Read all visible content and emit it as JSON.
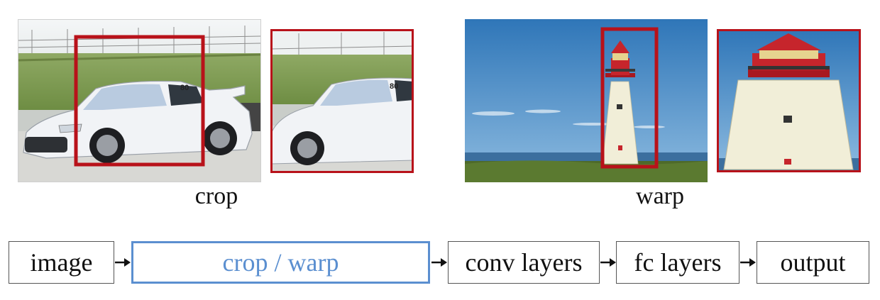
{
  "figure": {
    "car_panel": {
      "caption": "crop",
      "subject": "white sedan on track",
      "roi_color": "#b8121a"
    },
    "lighthouse_panel": {
      "caption": "warp",
      "subject": "white lighthouse with red lantern",
      "roi_color": "#b8121a"
    }
  },
  "pipeline": {
    "steps": [
      {
        "label": "image",
        "highlight": false
      },
      {
        "label": "crop / warp",
        "highlight": true
      },
      {
        "label": "conv layers",
        "highlight": false
      },
      {
        "label": "fc layers",
        "highlight": false
      },
      {
        "label": "output",
        "highlight": false
      }
    ],
    "highlight_color": "#5b8fd0",
    "arrow_icon": "arrow-right-icon"
  }
}
